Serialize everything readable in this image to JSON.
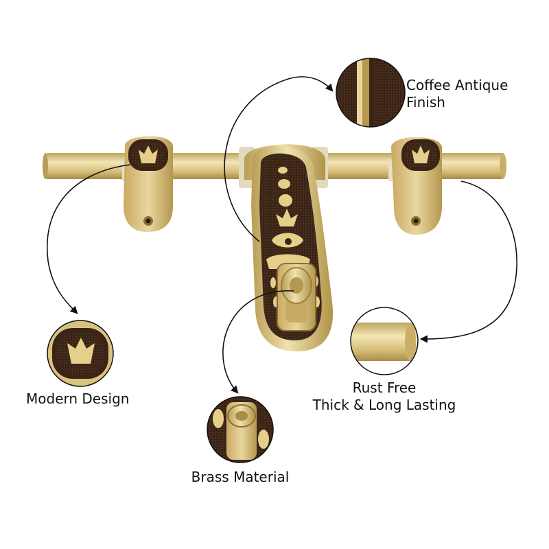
{
  "callouts": {
    "finish": {
      "line1": "Coffee Antique",
      "line2": "Finish"
    },
    "design": {
      "label": "Modern Design"
    },
    "rust": {
      "line1": "Rust Free",
      "line2": "Thick & Long Lasting"
    },
    "material": {
      "label": "Brass Material"
    }
  },
  "colors": {
    "brass": "#d9c27f",
    "brass_light": "#f1e3b0",
    "brass_dark": "#a88d45",
    "antique": "#3a2416",
    "arrow": "#111111"
  }
}
